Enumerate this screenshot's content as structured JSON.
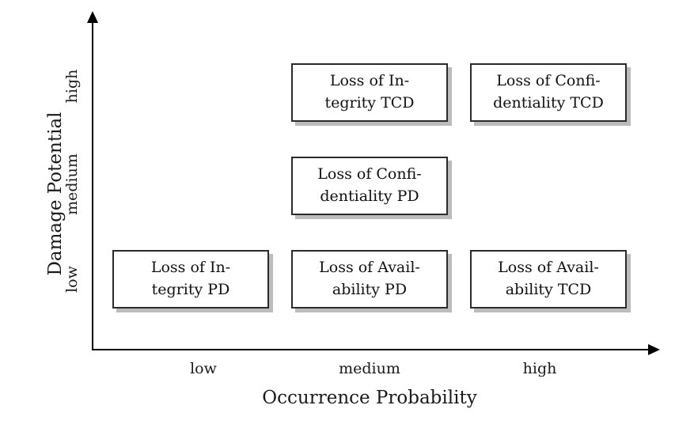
{
  "chart_data": {
    "type": "matrix",
    "title": "",
    "xlabel": "Occurrence Probability",
    "ylabel": "Damage Potential",
    "x_categories": [
      "low",
      "medium",
      "high"
    ],
    "y_categories": [
      "low",
      "medium",
      "high"
    ],
    "cells": [
      {
        "x": "medium",
        "y": "high",
        "label": "Loss of In-\ntegrity TCD"
      },
      {
        "x": "high",
        "y": "high",
        "label": "Loss of Confi-\ndentiality TCD"
      },
      {
        "x": "medium",
        "y": "medium",
        "label": "Loss of Confi-\ndentiality PD"
      },
      {
        "x": "low",
        "y": "low",
        "label": "Loss of In-\ntegrity PD"
      },
      {
        "x": "medium",
        "y": "low",
        "label": "Loss of Avail-\nability PD"
      },
      {
        "x": "high",
        "y": "low",
        "label": "Loss of Avail-\nability TCD"
      }
    ],
    "grid": false,
    "legend": false
  },
  "axes": {
    "y": {
      "title": "Damage Potential",
      "ticks": {
        "high": "high",
        "medium": "medium",
        "low": "low"
      }
    },
    "x": {
      "title": "Occurrence Probability",
      "ticks": {
        "low": "low",
        "medium": "medium",
        "high": "high"
      }
    }
  },
  "boxes": {
    "integrity_tcd": "Loss of In-\ntegrity TCD",
    "confidentiality_tcd": "Loss of Confi-\ndentiality TCD",
    "confidentiality_pd": "Loss of Confi-\ndentiality PD",
    "integrity_pd": "Loss of In-\ntegrity PD",
    "availability_pd": "Loss of Avail-\nability PD",
    "availability_tcd": "Loss of Avail-\nability TCD"
  },
  "colors": {
    "box_border": "#2b2b2b",
    "box_fill": "#ffffff",
    "box_shadow": "#bcbcbc",
    "axis": "#000000",
    "text": "#1a1a1a",
    "background": "#ffffff"
  }
}
